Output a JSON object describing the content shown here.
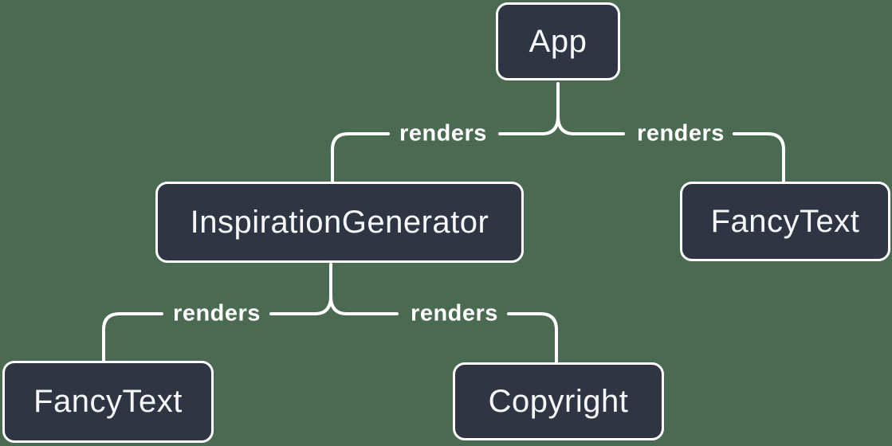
{
  "diagram": {
    "nodes": [
      {
        "id": "app",
        "label": "App"
      },
      {
        "id": "inspiration-generator",
        "label": "InspirationGenerator"
      },
      {
        "id": "fancy-text-top",
        "label": "FancyText"
      },
      {
        "id": "fancy-text-bottom",
        "label": "FancyText"
      },
      {
        "id": "copyright",
        "label": "Copyright"
      }
    ],
    "edges": [
      {
        "from": "App",
        "to": "InspirationGenerator",
        "label": "renders"
      },
      {
        "from": "App",
        "to": "FancyText",
        "label": "renders"
      },
      {
        "from": "InspirationGenerator",
        "to": "FancyText",
        "label": "renders"
      },
      {
        "from": "InspirationGenerator",
        "to": "Copyright",
        "label": "renders"
      }
    ],
    "colors": {
      "background": "#4A6B51",
      "node_fill": "#2F3542",
      "node_border": "#FFFFFF",
      "edge_line": "#FFFFFF",
      "node_text": "#F6F7F9",
      "edge_label_text": "#FFFFFF"
    }
  }
}
